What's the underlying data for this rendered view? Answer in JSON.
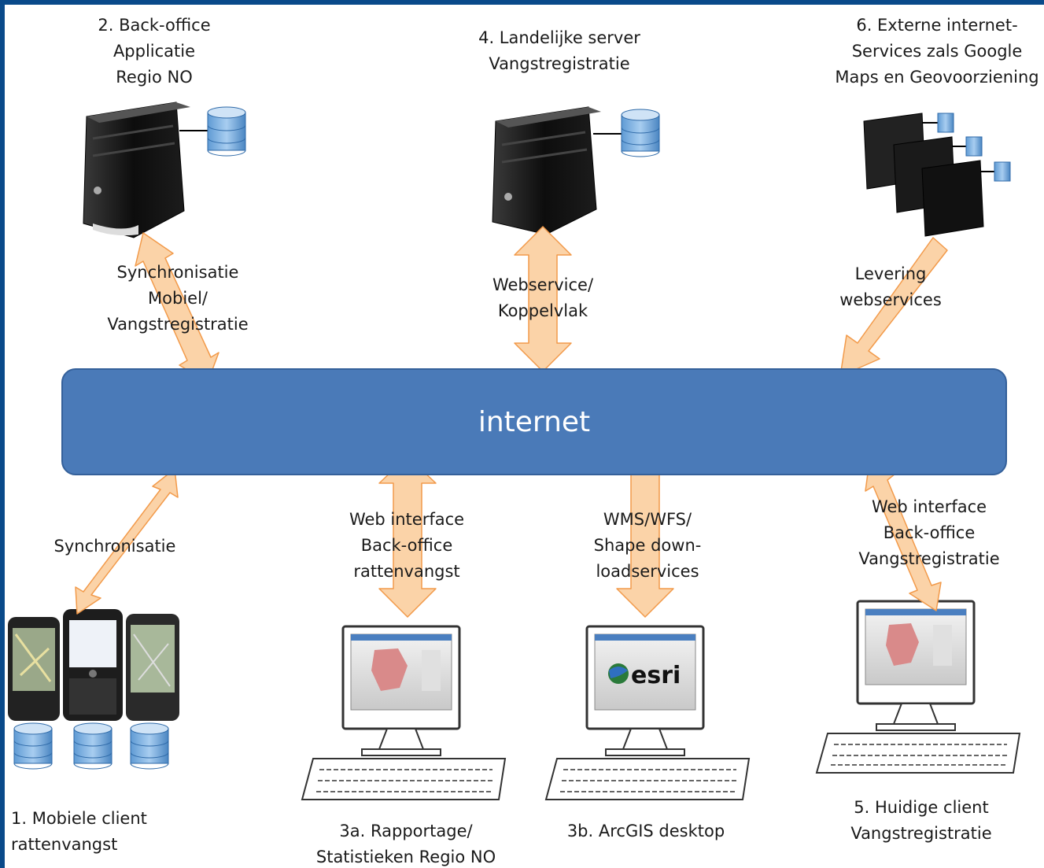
{
  "labels": {
    "node2": [
      "2. Back-office",
      "Applicatie",
      "Regio NO"
    ],
    "node4": [
      "4. Landelijke server",
      "Vangstregistratie"
    ],
    "node6": [
      "6. Externe internet-",
      "Services zals Google",
      "Maps en Geovoorziening"
    ],
    "node1": [
      "1. Mobiele client",
      "rattenvangst"
    ],
    "node3a": [
      "3a. Rapportage/",
      "Statistieken Regio NO"
    ],
    "node3b": [
      "3b. ArcGIS desktop"
    ],
    "node5": [
      "5. Huidige client",
      "Vangstregistratie"
    ]
  },
  "connections": {
    "sync_mobile": [
      "Synchronisatie",
      "Mobiel/",
      "Vangstregistratie"
    ],
    "webservice": [
      "Webservice/",
      "Koppelvlak"
    ],
    "levering": [
      "Levering",
      "webservices"
    ],
    "sync": [
      "Synchronisatie"
    ],
    "web_backoffice": [
      "Web interface",
      "Back-office",
      "rattenvangst"
    ],
    "wms": [
      "WMS/WFS/",
      "Shape down-",
      "loadservices"
    ],
    "web_vangst": [
      "Web interface",
      "Back-office",
      "Vangstregistratie"
    ]
  },
  "internet_label": "internet",
  "esri_logo": "esri",
  "colors": {
    "frame": "#0a4a8a",
    "internet_fill": "#4a7ab8",
    "arrow_fill": "#fbd3a8",
    "arrow_stroke": "#f29a4a",
    "db_fill": "#7ab0e0"
  }
}
